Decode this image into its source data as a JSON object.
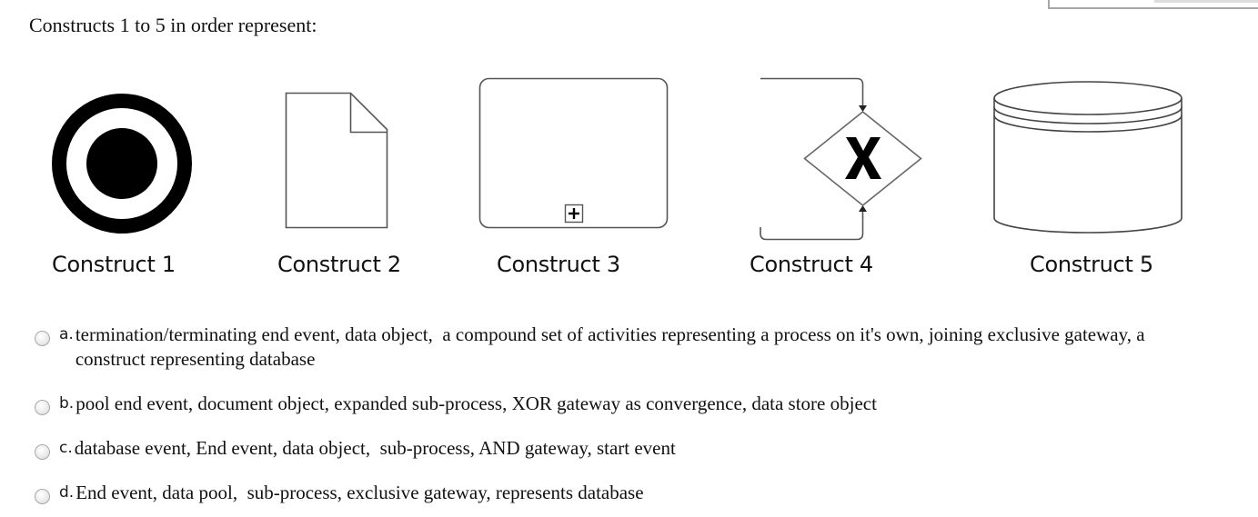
{
  "question": {
    "text": "Constructs 1 to 5 in order represent:"
  },
  "figure": {
    "constructs": [
      {
        "label": "Construct 1",
        "icon": "terminate-end-event-icon"
      },
      {
        "label": "Construct 2",
        "icon": "data-object-icon"
      },
      {
        "label": "Construct 3",
        "icon": "collapsed-subprocess-icon",
        "marker": "+"
      },
      {
        "label": "Construct 4",
        "icon": "exclusive-gateway-icon",
        "marker": "X"
      },
      {
        "label": "Construct 5",
        "icon": "data-store-icon"
      }
    ]
  },
  "options": [
    {
      "letter": "a.",
      "text": "termination/terminating end event, data object,  a compound set of activities representing a process on it's own, joining exclusive gateway, a construct representing database",
      "selected": false
    },
    {
      "letter": "b.",
      "text": "pool end event, document object, expanded sub-process, XOR gateway as convergence, data store object",
      "selected": false
    },
    {
      "letter": "c.",
      "text": "database event, End event, data object,  sub-process, AND gateway, start event",
      "selected": false
    },
    {
      "letter": "d.",
      "text": "End event, data pool,  sub-process, exclusive gateway, represents database",
      "selected": false
    }
  ]
}
